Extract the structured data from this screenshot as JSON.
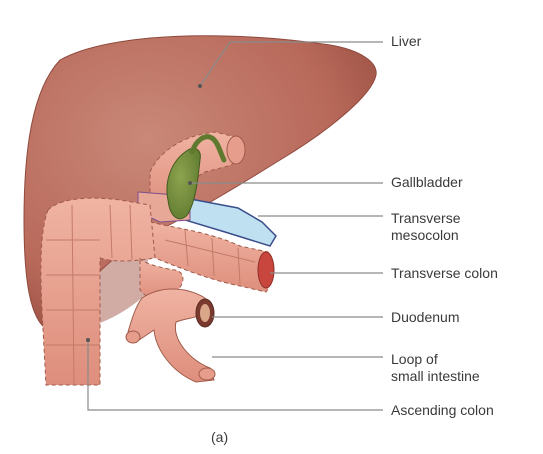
{
  "labels": {
    "liver": "Liver",
    "gallbladder": "Gallbladder",
    "transverse_mesocolon": [
      "Transverse",
      "mesocolon"
    ],
    "transverse_colon": "Transverse colon",
    "duodenum": "Duodenum",
    "loop_small_intestine": [
      "Loop of",
      "small intestine"
    ],
    "ascending_colon": "Ascending colon"
  },
  "panel_label": "(a)",
  "colors": {
    "liver": "#b8695a",
    "intestine": "#e7a190",
    "gallbladder": "#6f8a3c",
    "mesocolon": "#bfe0f0",
    "leader_line": "#8a8a8a"
  }
}
